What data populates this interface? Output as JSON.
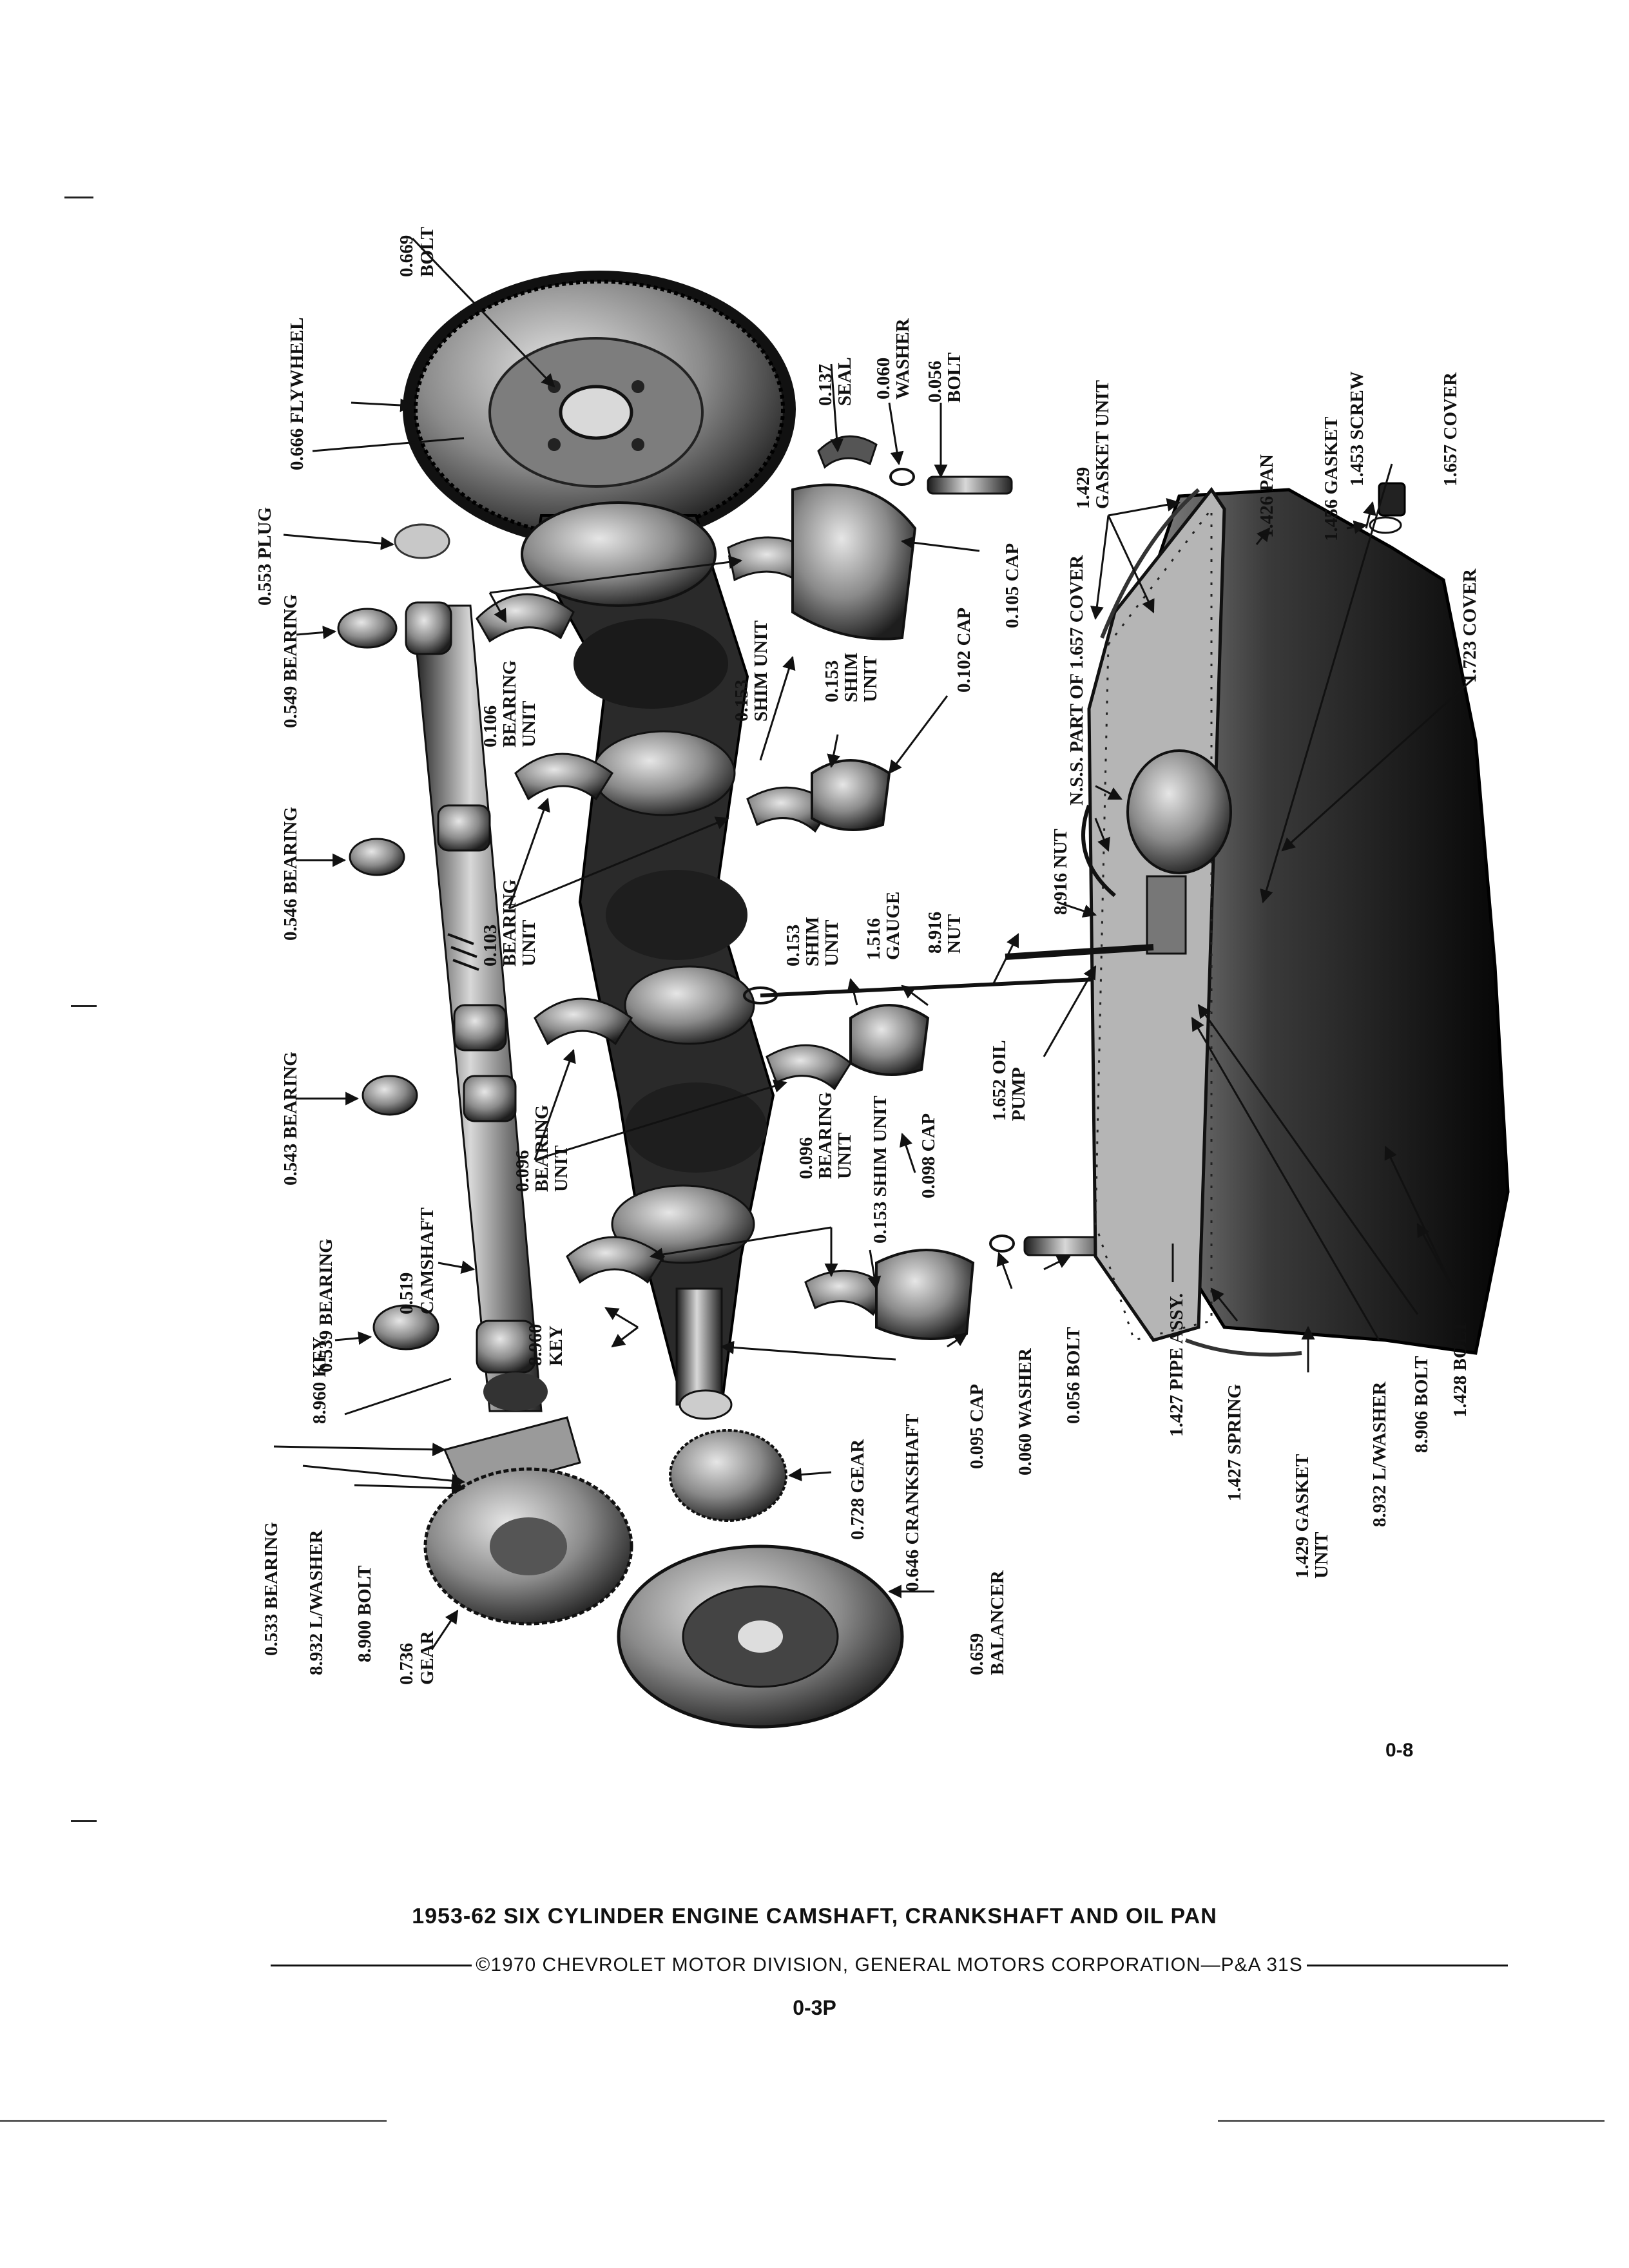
{
  "callouts": {
    "flywheel": "0.666 FLYWHEEL",
    "bolt_669": [
      "0.669",
      "BOLT"
    ],
    "plug_553": "0.553 PLUG",
    "bearing_549": "0.549 BEARING",
    "bearing_546": "0.546 BEARING",
    "bearing_543": "0.543 BEARING",
    "camshaft_519": [
      "0.519",
      "CAMSHAFT"
    ],
    "bearing_539": "0.539 BEARING",
    "key_960_a": "8.960 KEY",
    "key_960_b": [
      "8.960",
      "KEY"
    ],
    "bearing_533": "0.533 BEARING",
    "lwasher_932_a": "8.932 L/WASHER",
    "bolt_900": "8.900 BOLT",
    "gear_736": [
      "0.736",
      "GEAR"
    ],
    "gear_728": "0.728 GEAR",
    "crankshaft_646": "0.646 CRANKSHAFT",
    "balancer_659": [
      "0.659",
      "BALANCER"
    ],
    "cap_095": "0.095 CAP",
    "washer_060_a": "0.060 WASHER",
    "bolt_056_a": "0.056 BOLT",
    "bearing_096_a": [
      "0.096",
      "BEARING",
      "UNIT"
    ],
    "bearing_096_b": [
      "0.096",
      "BEARING",
      "UNIT"
    ],
    "shim_153_a": "0.153 SHIM UNIT",
    "cap_098": "0.098 CAP",
    "bearing_103": [
      "0.103",
      "BEARING",
      "UNIT"
    ],
    "shim_153_b": [
      "0.153",
      "SHIM",
      "UNIT"
    ],
    "gauge_516": [
      "1.516",
      "GAUGE"
    ],
    "nut_916_a": [
      "8.916",
      "NUT"
    ],
    "pump_652": [
      "1.652 OIL",
      "PUMP"
    ],
    "nut_916_b": "8.916 NUT",
    "bearing_106": [
      "0.106",
      "BEARING",
      "UNIT"
    ],
    "shim_153_c": [
      "0.153",
      "SHIM UNIT"
    ],
    "shim_153_d": [
      "0.153",
      "SHIM",
      "UNIT"
    ],
    "cap_102": "0.102 CAP",
    "cap_105": "0.105 CAP",
    "seal_137": [
      "0.137",
      "SEAL"
    ],
    "washer_060_b": [
      "0.060",
      "WASHER"
    ],
    "bolt_056_b": [
      "0.056",
      "BOLT"
    ],
    "nss_note": "N.S.S. PART OF 1.657 COVER",
    "gasket_429_a": [
      "1.429",
      "GASKET UNIT"
    ],
    "pan_426": "1.426 PAN",
    "gasket_456": "1.456 GASKET",
    "screw_453": "1.453 SCREW",
    "cover_657": "1.657 COVER",
    "cover_723": "1.723 COVER",
    "pipe_427": "1.427 PIPE ASSY.",
    "spring_427": "1.427 SPRING",
    "gasket_429_b": [
      "1.429 GASKET",
      "UNIT"
    ],
    "lwasher_932_b": "8.932 L/WASHER",
    "bolt_906": "8.906 BOLT",
    "bolt_428": "1.428 BOLT"
  },
  "figure_id": "0-8",
  "caption": "1953-62 SIX CYLINDER ENGINE CAMSHAFT, CRANKSHAFT AND OIL PAN",
  "copyright": "©1970 CHEVROLET MOTOR DIVISION, GENERAL MOTORS CORPORATION—P&A 31S",
  "page_number": "0-3P"
}
